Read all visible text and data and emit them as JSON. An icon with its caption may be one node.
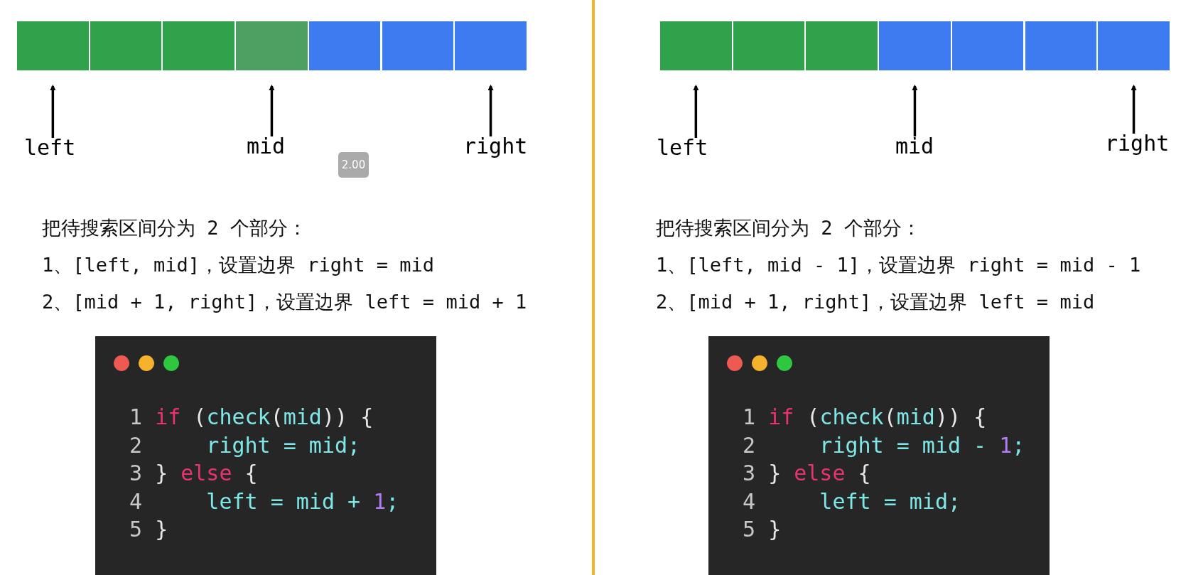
{
  "diagram": {
    "nodes": [
      {
        "text": [],
        "shape": "box"
      },
      {
        "text": [],
        "shape": "box"
      },
      {
        "text": [],
        "shape": "box"
      },
      {
        "text": [],
        "shape": "box"
      },
      {
        "text": [],
        "shape": "box"
      },
      {
        "text": [],
        "shape": "box"
      },
      {
        "text": [],
        "shape": "box"
      },
      {
        "text": [
          "left"
        ]
      },
      {
        "text": [
          "mid"
        ]
      },
      {
        "text": [
          "right"
        ]
      },
      {
        "text": [
          "1 if (check(mid)) {",
          "2     right = mid;",
          "3 } else {",
          "4     left = mid + 1;",
          "5 }"
        ]
      },
      {
        "text": [],
        "shape": "box"
      },
      {
        "text": [],
        "shape": "box"
      },
      {
        "text": [],
        "shape": "box"
      },
      {
        "text": [],
        "shape": "box"
      },
      {
        "text": [],
        "shape": "box"
      },
      {
        "text": [],
        "shape": "box"
      },
      {
        "text": [],
        "shape": "box"
      },
      {
        "text": [
          "left"
        ]
      },
      {
        "text": [
          "mid"
        ]
      },
      {
        "text": [
          "right"
        ]
      },
      {
        "text": [
          "1 if (check(mid)) {",
          "2     right = mid - 1;",
          "3 } else {",
          "4     left = mid;",
          "5 }"
        ]
      }
    ],
    "edges": [
      {
        "from": 7,
        "to": 0,
        "arrow": "to"
      },
      {
        "from": 8,
        "to": 3,
        "arrow": "to"
      },
      {
        "from": 9,
        "to": 6,
        "arrow": "to"
      },
      {
        "from": 18,
        "to": 11,
        "arrow": "to"
      },
      {
        "from": 19,
        "to": 14,
        "arrow": "to"
      },
      {
        "from": 20,
        "to": 17,
        "arrow": "to"
      }
    ],
    "labels": [
      "2.00",
      "把待搜索区间分为 2 个部分：",
      "1、[left, mid]，设置边界 right = mid",
      "2、[mid + 1, right]，设置边界 left = mid + 1",
      "把待搜索区间分为 2 个部分：",
      "1、[left, mid - 1]，设置边界 right = mid - 1",
      "2、[mid + 1, right]，设置边界 left = mid"
    ]
  }
}
